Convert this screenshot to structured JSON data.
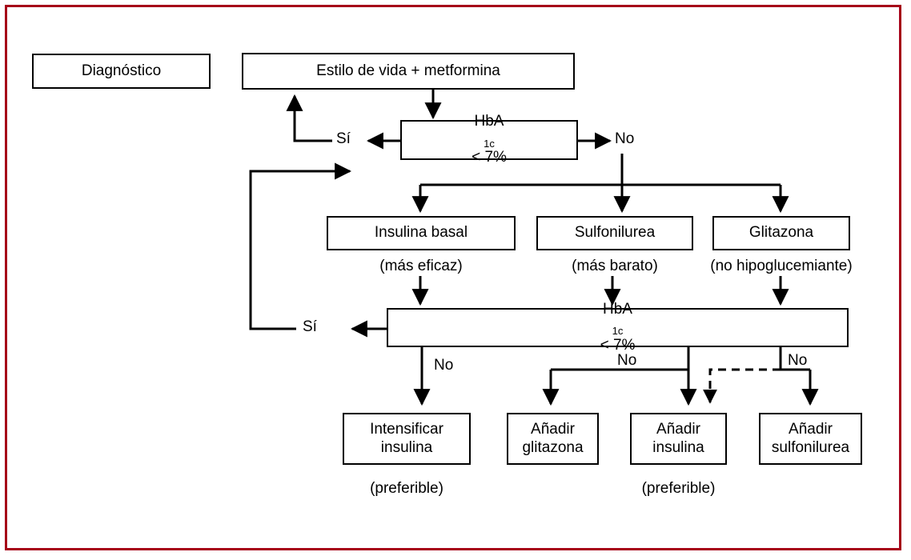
{
  "figure": {
    "type": "flowchart",
    "language": "es",
    "border_color": "#a60018",
    "line_color": "#000000",
    "background": "#ffffff"
  },
  "nodes": {
    "diagnostico": {
      "label": "Diagnóstico"
    },
    "estilo_vida": {
      "label": "Estilo de vida + metformina"
    },
    "hba1c_1": {
      "prefix": "HbA",
      "sub": "1c",
      "suffix": " < 7%",
      "full": "HbA1c < 7%"
    },
    "insulina_basal": {
      "label": "Insulina basal",
      "caption": "(más eficaz)"
    },
    "sulfonilurea": {
      "label": "Sulfonilurea",
      "caption": "(más barato)"
    },
    "glitazona": {
      "label": "Glitazona",
      "caption": "(no hipoglucemiante)"
    },
    "hba1c_2": {
      "prefix": "HbA",
      "sub": "1c",
      "suffix": " < 7%",
      "full": "HbA1c < 7%"
    },
    "intensificar_insulina": {
      "label": "Intensificar\ninsulina",
      "caption": "(preferible)"
    },
    "anadir_glitazona": {
      "label": "Añadir\nglitazona",
      "caption": ""
    },
    "anadir_insulina": {
      "label": "Añadir\ninsulina",
      "caption": "(preferible)"
    },
    "anadir_sulfonilurea": {
      "label": "Añadir\nsulfonilurea",
      "caption": ""
    }
  },
  "edge_labels": {
    "si_1": "Sí",
    "no_1": "No",
    "si_2": "Sí",
    "no_2": "No",
    "no_3": "No",
    "no_4": "No"
  },
  "chart_data": {
    "type": "diagram",
    "title": "",
    "flow": [
      {
        "from": "diagnostico",
        "to": null,
        "label": ""
      },
      {
        "from": "estilo_vida",
        "to": "hba1c_1",
        "label": ""
      },
      {
        "from": "hba1c_1",
        "to": "estilo_vida",
        "label": "Sí"
      },
      {
        "from": "hba1c_1",
        "to": "insulina_basal",
        "label": "No"
      },
      {
        "from": "hba1c_1",
        "to": "sulfonilurea",
        "label": "No"
      },
      {
        "from": "hba1c_1",
        "to": "glitazona",
        "label": "No"
      },
      {
        "from": "insulina_basal",
        "to": "hba1c_2",
        "label": ""
      },
      {
        "from": "sulfonilurea",
        "to": "hba1c_2",
        "label": ""
      },
      {
        "from": "glitazona",
        "to": "hba1c_2",
        "label": ""
      },
      {
        "from": "hba1c_2",
        "to": "insulina_basal",
        "label": "Sí"
      },
      {
        "from": "hba1c_2",
        "to": "intensificar_insulina",
        "label": "No"
      },
      {
        "from": "hba1c_2",
        "to": "anadir_glitazona",
        "label": "No"
      },
      {
        "from": "hba1c_2",
        "to": "anadir_insulina",
        "label": "No"
      },
      {
        "from": "hba1c_2",
        "to": "anadir_sulfonilurea",
        "label": "No"
      }
    ]
  }
}
